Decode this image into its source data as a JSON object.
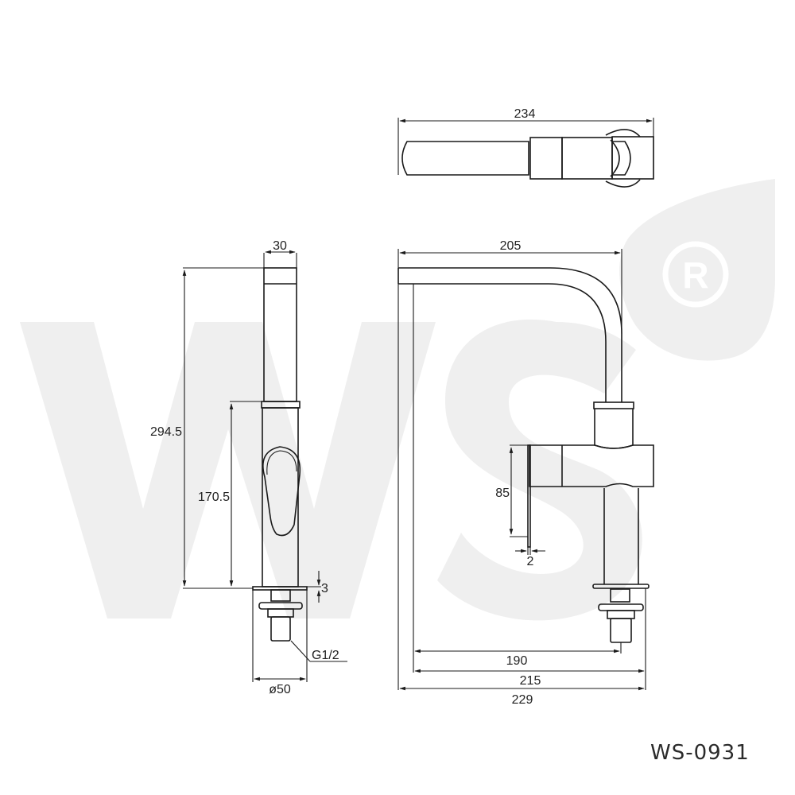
{
  "drawing": {
    "subject": "kitchen faucet technical drawing",
    "model_code": "WS-0931",
    "watermark": {
      "text": "WS",
      "registered_mark": "®",
      "color": "#efefef"
    },
    "line_color": "#1a1a1a",
    "views": {
      "top_view": {
        "dimensions": {
          "overall_length": "234"
        }
      },
      "side_view": {
        "dimensions": {
          "spout_width": "30",
          "total_height": "294.5",
          "body_height": "170.5",
          "base_thickness": "3",
          "thread": "G1/2",
          "base_diameter": "ø50"
        }
      },
      "front_view": {
        "dimensions": {
          "spout_reach": "205",
          "handle_height": "85",
          "handle_gap": "2",
          "outlet_to_center": "190",
          "inner_reach": "215",
          "overall_reach": "229"
        }
      }
    }
  }
}
